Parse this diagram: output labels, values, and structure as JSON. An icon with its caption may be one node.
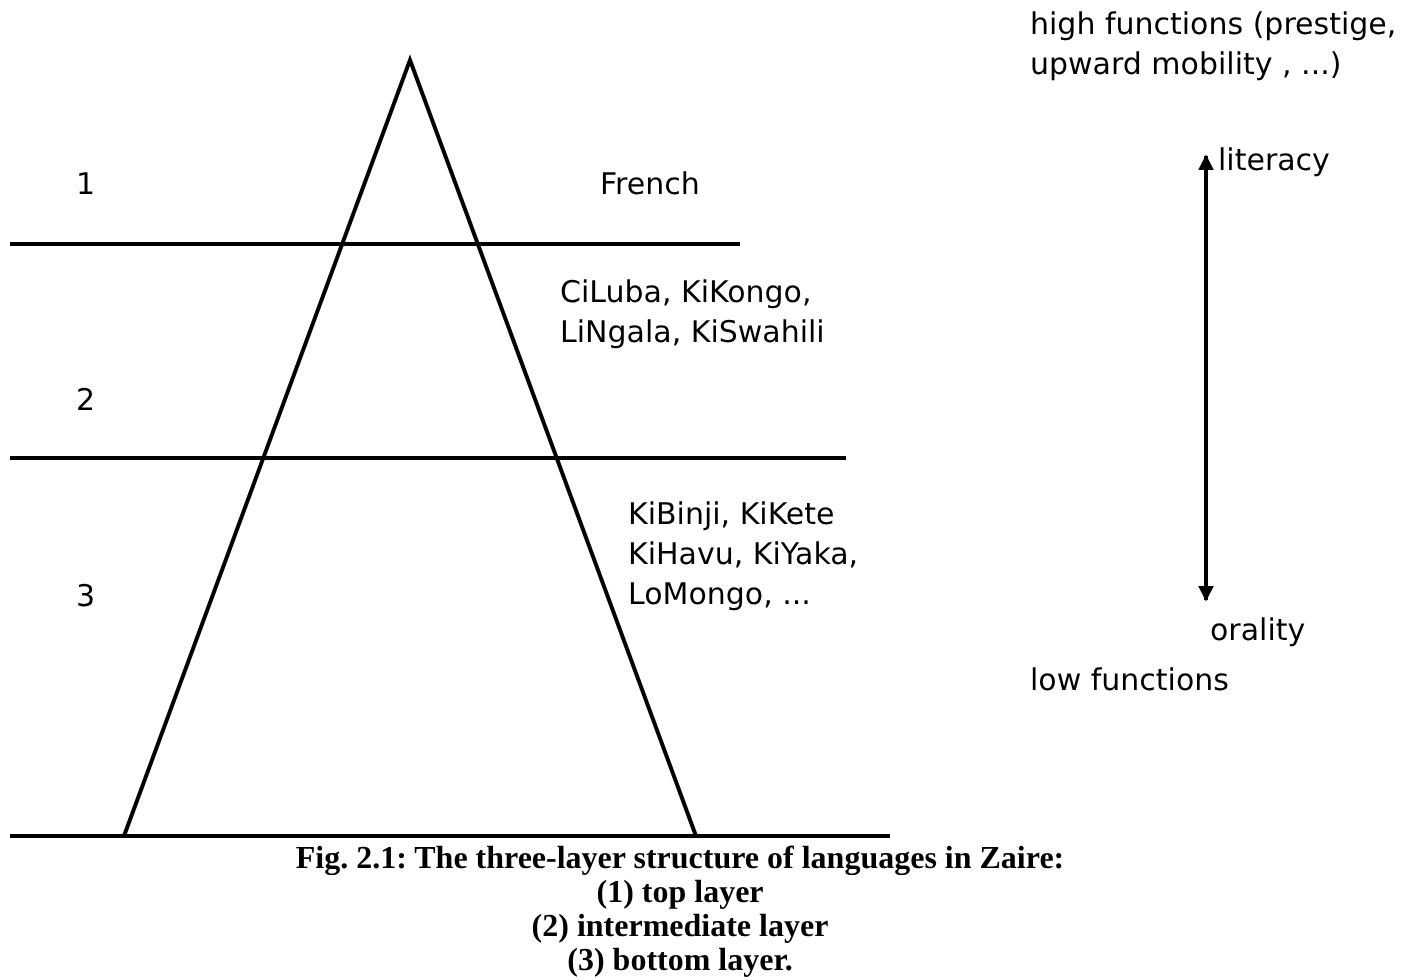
{
  "diagram": {
    "caption": "Fig. 2.1: The three-layer structure of languages in Zaire: (1) top layer (2) intermediate layer (3) bottom layer.",
    "labels": [
      "high functions (prestige, upward mobility , ...)",
      "1",
      "French",
      "literacy",
      "CiLuba, KiKongo, LiNgala, KiSwahili",
      "2",
      "KiBinji, KiKete KiHavu, KiYaka, LoMongo, ...",
      "3",
      "orality",
      "low functions"
    ]
  }
}
